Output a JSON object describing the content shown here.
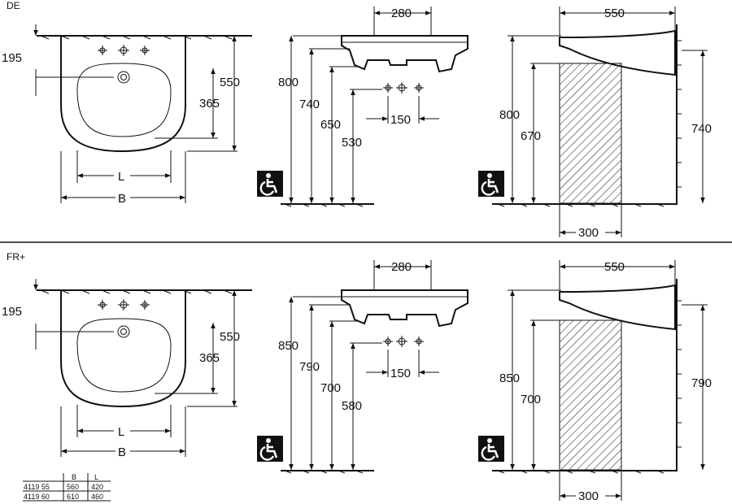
{
  "panels": [
    {
      "region": "DE",
      "front": {
        "width_left": "195",
        "height_total": "550",
        "height_bowl": "365",
        "label_L": "L",
        "label_B": "B"
      },
      "side": {
        "depth": "280",
        "h_total": "800",
        "h_rim": "740",
        "h_under": "650",
        "h_trap": "530",
        "tap_spacing": "150"
      },
      "wall": {
        "depth": "550",
        "h_total": "800",
        "h_leg": "670",
        "h_rim": "740",
        "leg_width": "300"
      }
    },
    {
      "region": "FR+",
      "front": {
        "width_left": "195",
        "height_total": "550",
        "height_bowl": "365",
        "label_L": "L",
        "label_B": "B"
      },
      "side": {
        "depth": "280",
        "h_total": "850",
        "h_rim": "790",
        "h_under": "700",
        "h_trap": "580",
        "tap_spacing": "150"
      },
      "wall": {
        "depth": "550",
        "h_total": "850",
        "h_leg": "700",
        "h_rim": "790",
        "leg_width": "300"
      }
    }
  ],
  "table": {
    "headers": [
      "",
      "B",
      "L"
    ],
    "rows": [
      [
        "4119 55",
        "560",
        "420"
      ],
      [
        "4119 60",
        "610",
        "460"
      ]
    ]
  },
  "icons": [
    "wheelchair-accessible-icon"
  ]
}
